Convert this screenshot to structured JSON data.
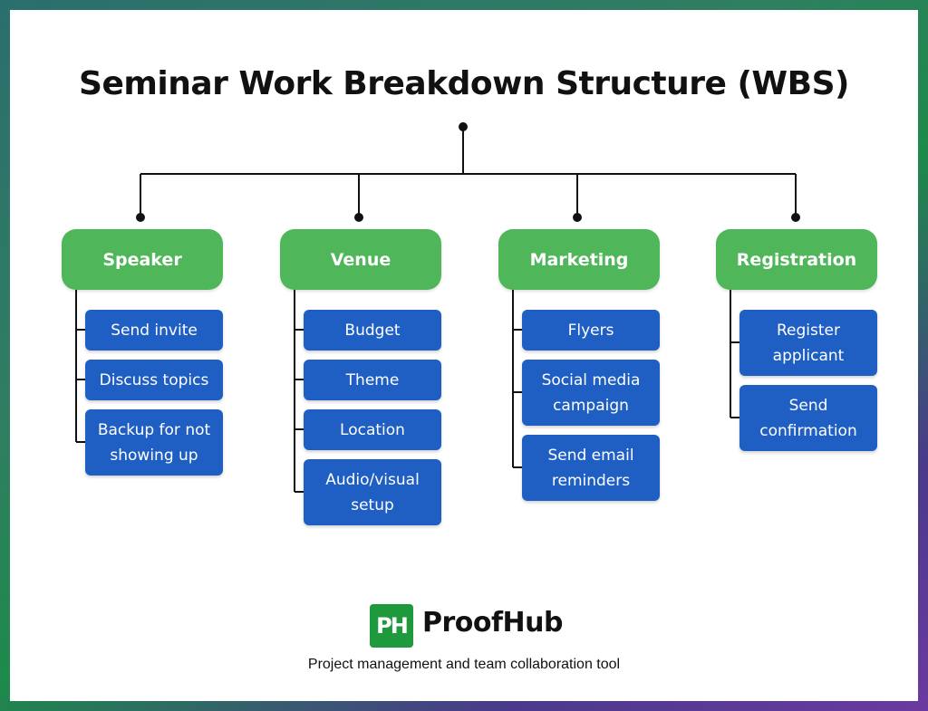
{
  "title": "Seminar Work Breakdown Structure (WBS)",
  "colors": {
    "category": "#4fb75a",
    "task": "#1f5fc4",
    "line": "#111111",
    "brand": "#1e9a3c"
  },
  "categories": [
    {
      "label": "Speaker",
      "tasks": [
        "Send invite",
        "Discuss topics",
        "Backup for not showing up"
      ]
    },
    {
      "label": "Venue",
      "tasks": [
        "Budget",
        "Theme",
        "Location",
        "Audio/visual setup"
      ]
    },
    {
      "label": "Marketing",
      "tasks": [
        "Flyers",
        "Social media campaign",
        "Send email reminders"
      ]
    },
    {
      "label": "Registration",
      "tasks": [
        "Register applicant",
        "Send confirmation"
      ]
    }
  ],
  "footer": {
    "logo_text": "PH",
    "brand": "ProofHub",
    "tagline": "Project management and team collaboration tool"
  }
}
